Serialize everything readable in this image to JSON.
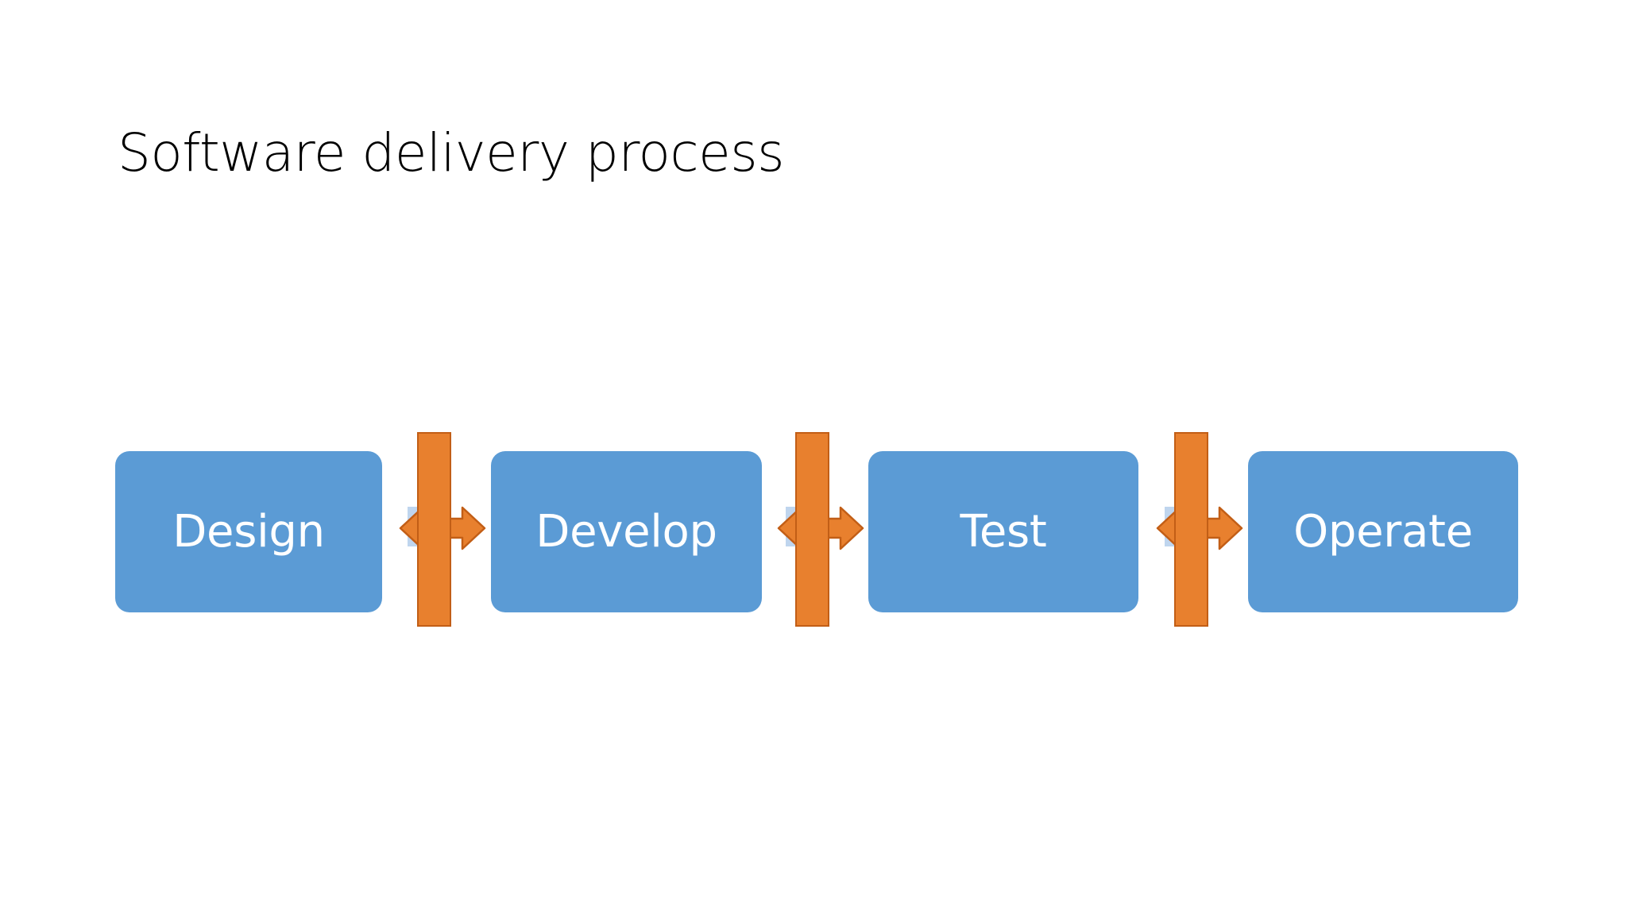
{
  "slide": {
    "title": "Software delivery process",
    "background_color": "#FFFFFF"
  },
  "colors": {
    "box_fill": "#5B9BD5",
    "box_text": "#FFFFFF",
    "arrow_fill": "#E8802E",
    "arrow_outline": "#C25E16",
    "ghost_shard": "#AAC7E8",
    "title_text": "#000000"
  },
  "diagram": {
    "type": "linear-process-flow",
    "stages": [
      {
        "label": "Design"
      },
      {
        "label": "Develop"
      },
      {
        "label": "Test"
      },
      {
        "label": "Operate"
      }
    ],
    "connectors": [
      {
        "from": "Design",
        "to": "Develop",
        "icon": "double-headed-arrow"
      },
      {
        "from": "Develop",
        "to": "Test",
        "icon": "double-headed-arrow"
      },
      {
        "from": "Test",
        "to": "Operate",
        "icon": "double-headed-arrow"
      }
    ]
  }
}
